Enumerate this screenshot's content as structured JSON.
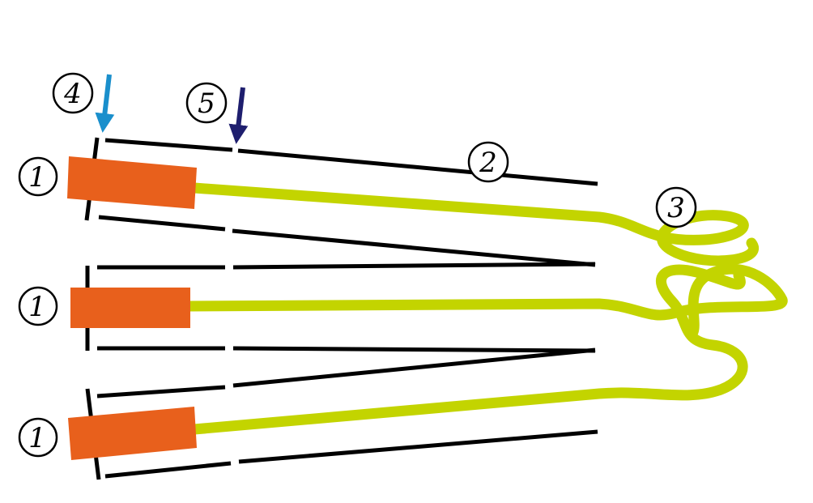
{
  "labels": {
    "electrode_1a": "1",
    "electrode_1b": "1",
    "electrode_1c": "1",
    "sheath": "2",
    "fiber_tangle": "3",
    "marker_4": "4",
    "marker_5": "5"
  },
  "colors": {
    "electrode": "#e8601c",
    "fiber": "#c3d400",
    "arrow_4": "#1a8fcc",
    "arrow_5": "#1e1e6e",
    "line": "#000000"
  }
}
